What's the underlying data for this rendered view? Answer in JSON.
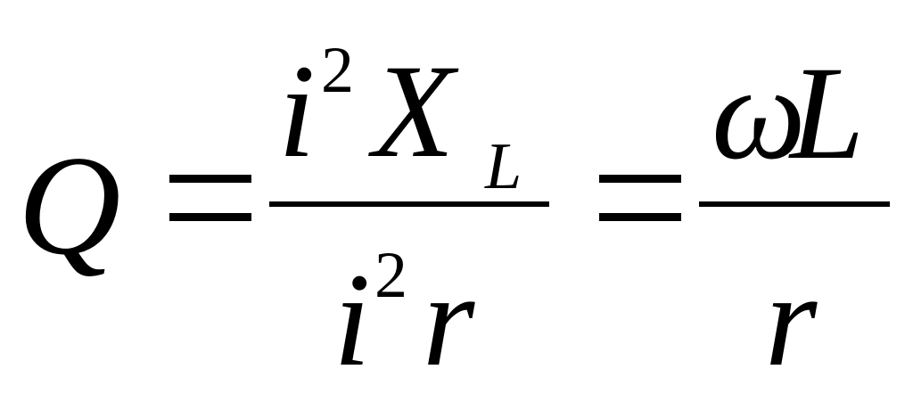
{
  "formula": {
    "lhs": "Q",
    "equals_1": "=",
    "frac1": {
      "numerator": {
        "base": "i",
        "exp": "2",
        "var": "X",
        "sub": "L"
      },
      "denominator": {
        "base": "i",
        "exp": "2",
        "var": "r"
      }
    },
    "equals_2": "=",
    "frac2": {
      "numerator": {
        "omega": "ω",
        "var": "L"
      },
      "denominator": {
        "var": "r"
      }
    }
  }
}
